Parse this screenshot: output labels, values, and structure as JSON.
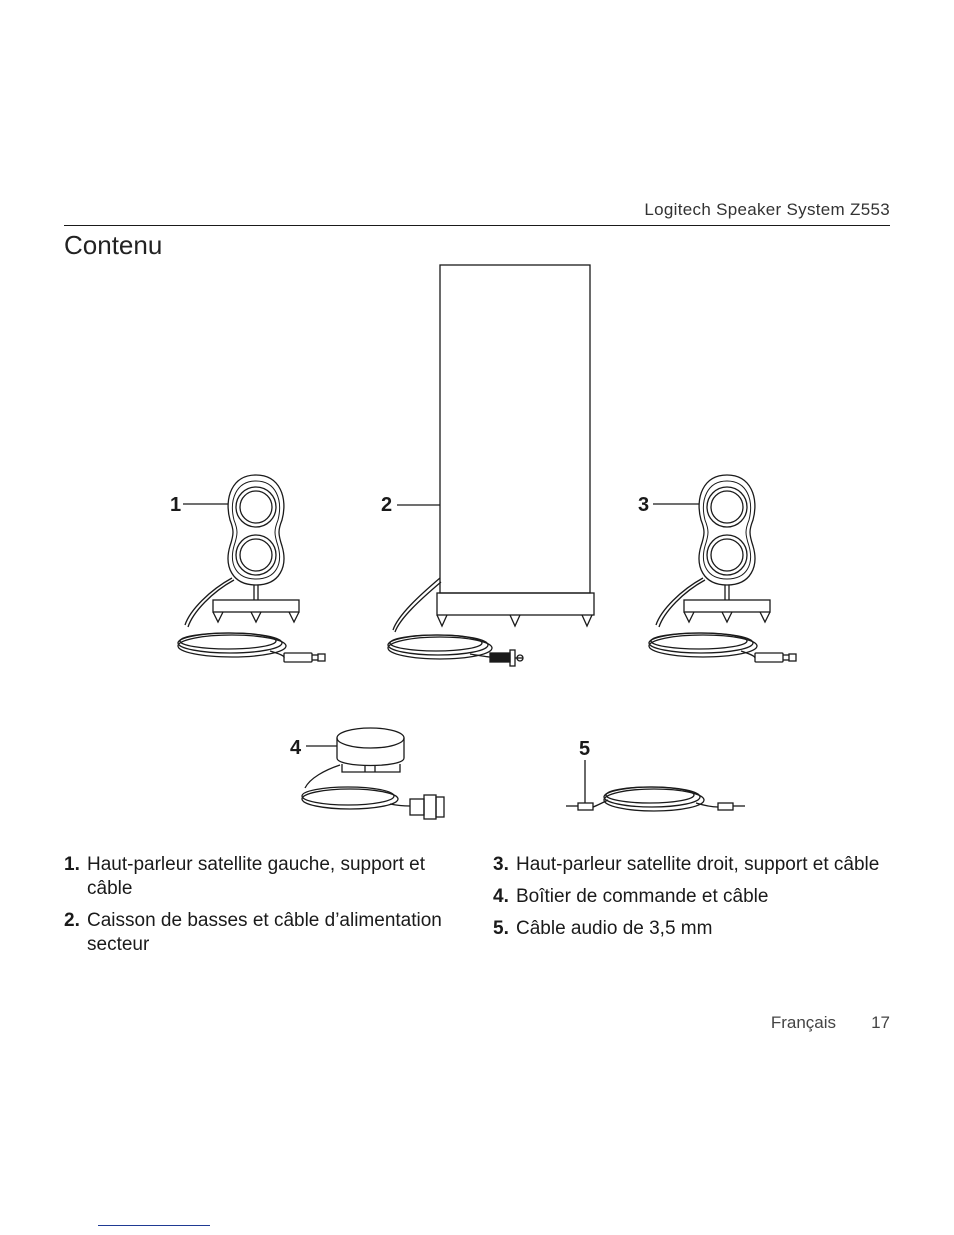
{
  "header": {
    "title": "Logitech Speaker System Z553"
  },
  "page_title": "Contenu",
  "callouts": {
    "c1": "1",
    "c2": "2",
    "c3": "3",
    "c4": "4",
    "c5": "5"
  },
  "items_left": [
    {
      "num": "1.",
      "text": "Haut-parleur satellite gauche, support et câble"
    },
    {
      "num": "2.",
      "text": "Caisson de basses et câble d’alimentation secteur"
    }
  ],
  "items_right": [
    {
      "num": "3.",
      "text": "Haut-parleur satellite droit, support et câble"
    },
    {
      "num": "4.",
      "text": "Boîtier de commande et câble"
    },
    {
      "num": "5.",
      "text": "Câble audio de 3,5 mm"
    }
  ],
  "footer": {
    "language": "Français",
    "page_number": "17"
  }
}
